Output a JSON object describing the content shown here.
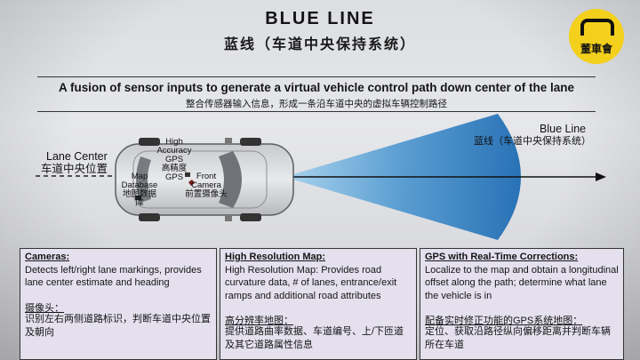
{
  "title": "BLUE LINE",
  "title_zh": "蓝线（车道中央保持系统）",
  "logo": {
    "text": "董車會",
    "color": "#f3d01c"
  },
  "banner": {
    "en": "A fusion of sensor inputs to generate a virtual vehicle control path down center of the lane",
    "zh": "整合传感器输入信息，形成一条沿车道中央的虚拟车辆控制路径"
  },
  "diagram": {
    "lane_center_en": "Lane Center",
    "lane_center_zh": "车道中央位置",
    "blue_line_en": "Blue Line",
    "blue_line_zh": "蓝线（车道中央保持系统）",
    "gps_en_1": "High",
    "gps_en_2": "Accuracy",
    "gps_en_3": "GPS",
    "gps_zh": "高精度GPS",
    "map_en_1": "Map",
    "map_en_2": "Database",
    "map_zh": "地图数据库",
    "camera_en_1": "Front",
    "camera_en_2": "Camera",
    "camera_zh": "前置摄像头",
    "beam_color": "#2f7fc4"
  },
  "panels": [
    {
      "heading": "Cameras:",
      "body": "Detects left/right lane markings, provides lane center estimate and heading",
      "heading_zh": "摄像头：",
      "body_zh": "识别左右两侧道路标识，判断车道中央位置及朝向"
    },
    {
      "heading": "High Resolution Map:",
      "body": "High Resolution Map: Provides road curvature data, # of lanes, entrance/exit ramps and additional road attributes",
      "heading_zh": "高分辨率地图：",
      "body_zh": "提供道路曲率数据、车道编号、上/下匝道及其它道路属性信息"
    },
    {
      "heading": "GPS with Real-Time Corrections:",
      "body": "Localize to the map and obtain a longitudinal offset along the path; determine what lane the vehicle is in",
      "heading_zh": "配备实时修正功能的GPS系统地图：",
      "body_zh": "定位、获取沿路径纵向偏移距离并判断车辆所在车道"
    }
  ]
}
